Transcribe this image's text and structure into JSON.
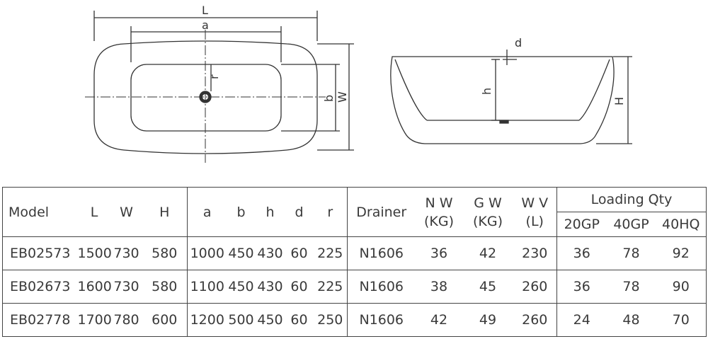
{
  "drawing": {
    "top_view_labels": {
      "L": "L",
      "a": "a",
      "r": "r",
      "b": "b",
      "W": "W"
    },
    "side_view_labels": {
      "d": "d",
      "h": "h",
      "H": "H"
    },
    "line_color": "#333333"
  },
  "table": {
    "headers": {
      "model": "Model",
      "L": "L",
      "W": "W",
      "H": "H",
      "a": "a",
      "b": "b",
      "h": "h",
      "d": "d",
      "r": "r",
      "drainer": "Drainer",
      "nw": "N W",
      "nw_unit": "(KG)",
      "gw": "G W",
      "gw_unit": "(KG)",
      "wv": "W V",
      "wv_unit": "(L)",
      "loading": "Loading Qty",
      "gp20": "20GP",
      "gp40": "40GP",
      "hq40": "40HQ"
    },
    "rows": [
      {
        "model": "EB02573",
        "L": "1500",
        "W": "730",
        "H": "580",
        "a": "1000",
        "b": "450",
        "h": "430",
        "d": "60",
        "r": "225",
        "drainer": "N1606",
        "nw": "36",
        "gw": "42",
        "wv": "230",
        "gp20": "36",
        "gp40": "78",
        "hq40": "92"
      },
      {
        "model": "EB02673",
        "L": "1600",
        "W": "730",
        "H": "580",
        "a": "1100",
        "b": "450",
        "h": "430",
        "d": "60",
        "r": "225",
        "drainer": "N1606",
        "nw": "38",
        "gw": "45",
        "wv": "260",
        "gp20": "36",
        "gp40": "78",
        "hq40": "90"
      },
      {
        "model": "EB02778",
        "L": "1700",
        "W": "780",
        "H": "600",
        "a": "1200",
        "b": "500",
        "h": "450",
        "d": "60",
        "r": "250",
        "drainer": "N1606",
        "nw": "42",
        "gw": "49",
        "wv": "260",
        "gp20": "24",
        "gp40": "48",
        "hq40": "70"
      }
    ]
  }
}
